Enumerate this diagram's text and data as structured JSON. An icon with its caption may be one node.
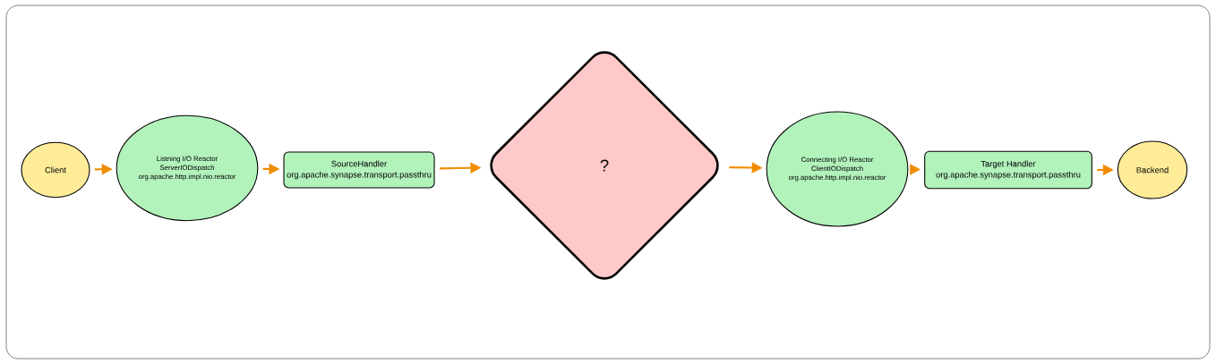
{
  "diagram": {
    "nodes": [
      {
        "text": [
          "Client"
        ]
      },
      {
        "text": [
          "Listning I/O Reactor",
          "ServerIODispatch",
          "org.apache.http.impl.nio.reactor"
        ]
      },
      {
        "text": [
          "SourceHandler",
          "org.apache.synapse.transport.passthru"
        ]
      },
      {
        "text": [
          "?"
        ]
      },
      {
        "text": [
          "Connecting I/O Reactor",
          "ClientIODispatch",
          "org.apache.http.impl.nio.reactor"
        ]
      },
      {
        "text": [
          "Target Handler",
          "org.apache.synapse.transport.passthru"
        ]
      },
      {
        "text": [
          "Backend"
        ]
      }
    ],
    "edges": [
      {
        "from": 0,
        "to": 1,
        "arrow": "to"
      },
      {
        "from": 1,
        "to": 2,
        "arrow": "to"
      },
      {
        "from": 2,
        "to": 3,
        "arrow": "to"
      },
      {
        "from": 3,
        "to": 4,
        "arrow": "to"
      },
      {
        "from": 4,
        "to": 5,
        "arrow": "to"
      },
      {
        "from": 5,
        "to": 6,
        "arrow": "to"
      }
    ]
  }
}
